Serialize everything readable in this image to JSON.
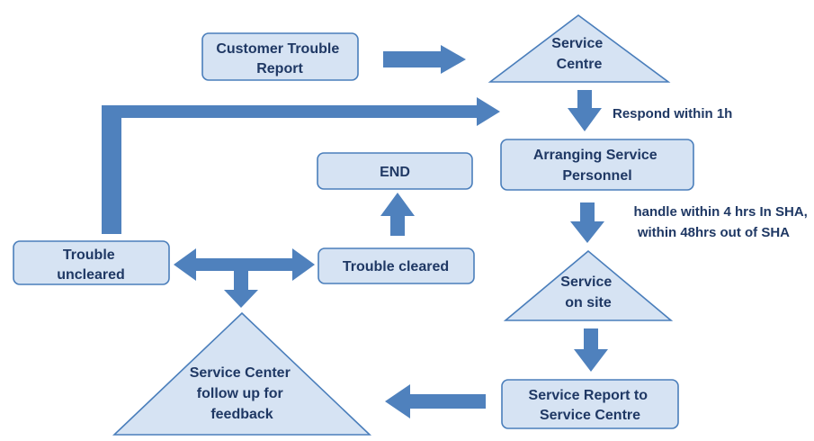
{
  "nodes": {
    "customer_report": {
      "lines": [
        "Customer Trouble",
        "Report"
      ]
    },
    "service_centre": {
      "lines": [
        "Service",
        "Centre"
      ]
    },
    "arranging": {
      "lines": [
        "Arranging Service",
        "Personnel"
      ]
    },
    "end": {
      "lines": [
        "END"
      ]
    },
    "trouble_uncleared": {
      "lines": [
        "Trouble",
        "uncleared"
      ]
    },
    "trouble_cleared": {
      "lines": [
        "Trouble cleared"
      ]
    },
    "service_on_site": {
      "lines": [
        "Service",
        "on site"
      ]
    },
    "service_report": {
      "lines": [
        "Service Report to",
        "Service Centre"
      ]
    },
    "follow_up": {
      "lines": [
        "Service Center",
        "follow up for",
        "feedback"
      ]
    }
  },
  "notes": {
    "respond": "Respond within 1h",
    "handle_1": "handle within 4 hrs In SHA,",
    "handle_2": "within 48hrs out of SHA"
  },
  "colors": {
    "box_fill": "#d6e3f3",
    "box_border": "#4a7ebb",
    "arrow": "#4f81bd",
    "text": "#1f3864"
  }
}
